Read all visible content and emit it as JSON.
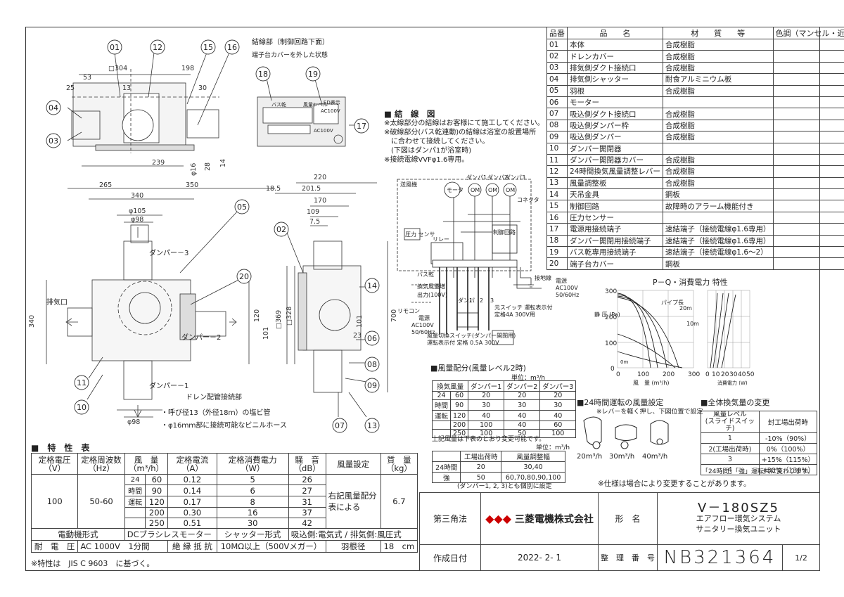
{
  "parts_table": {
    "headers": [
      "品番",
      "品　　名",
      "材　　質　　等",
      "色調（マンセル・近）"
    ],
    "rows": [
      [
        "01",
        "本体",
        "合成樹脂",
        ""
      ],
      [
        "02",
        "ドレンカバー",
        "合成樹脂",
        ""
      ],
      [
        "03",
        "排気側ダクト接続口",
        "合成樹脂",
        ""
      ],
      [
        "04",
        "排気側シャッター",
        "耐食アルミニウム板",
        ""
      ],
      [
        "05",
        "羽根",
        "合成樹脂",
        ""
      ],
      [
        "06",
        "モーター",
        "",
        ""
      ],
      [
        "07",
        "吸込側ダクト接続口",
        "合成樹脂",
        ""
      ],
      [
        "08",
        "吸込側ダンパー枠",
        "合成樹脂",
        ""
      ],
      [
        "09",
        "吸込側ダンパー",
        "合成樹脂",
        ""
      ],
      [
        "10",
        "ダンパー開閉器",
        "",
        ""
      ],
      [
        "11",
        "ダンパー開閉器カバー",
        "合成樹脂",
        ""
      ],
      [
        "12",
        "24時間換気風量調整レバー",
        "合成樹脂",
        ""
      ],
      [
        "13",
        "風量調整板",
        "合成樹脂",
        ""
      ],
      [
        "14",
        "天吊金具",
        "鋼板",
        ""
      ],
      [
        "15",
        "制御回路",
        "故障時のアラーム機能付き",
        ""
      ],
      [
        "16",
        "圧力センサー",
        "",
        ""
      ],
      [
        "17",
        "電源用接続端子",
        "速結端子（接続電線φ1.6専用）",
        ""
      ],
      [
        "18",
        "ダンパー開閉用接続端子",
        "速結端子（接続電線φ1.6専用）",
        ""
      ],
      [
        "19",
        "バス乾専用接続端子",
        "速結端子（接続電線φ1.6～2）",
        ""
      ],
      [
        "20",
        "端子台カバー",
        "鋼板",
        ""
      ]
    ]
  },
  "terminal": {
    "title": "結線部（制御回路下面）",
    "subtitle": "端子台カバーを外した状態",
    "label1": "風量レベル",
    "label2": "LED表示",
    "label3": "バス乾",
    "label4": "AC100V",
    "label5": "AC100V"
  },
  "wiring": {
    "title": "■ 結　線　図",
    "notes": [
      "※太線部分の結線はお客様にて施工してください。",
      "※破線部分(バス乾連動)の結線は浴室の設置場所",
      "　に合わせて接続してください。",
      "　(下図はダンパ1が浴室時)",
      "※接続電線VVFφ1.6専用。"
    ],
    "labels": {
      "fan": "送風機",
      "motor": "モータ",
      "d1": "ダンパ1",
      "d2": "ダンパ2",
      "d3": "ダンパ3",
      "om": "OM",
      "connector": "コネクタ",
      "pressure": "圧力\nセンサ",
      "relay": "リレー",
      "control": "制御回路",
      "bath": "バス乾",
      "remocon": "リモコン",
      "out_signal": "換気風量増",
      "out_signal2": "出力(100V)",
      "power": "電源",
      "power_v": "AC100V",
      "power_hz": "50/60Hz",
      "earth": "接地線",
      "power2": "電源",
      "power2_v": "AC100V",
      "power2_hz": "50/60Hz",
      "sw1": "元スイッチ 運転表示付",
      "sw1b": "定格4A 300V用",
      "sw2": "風量切換スイッチ(ダンパー開閉用)",
      "sw2b": "運転表示付 定格 0.5A 300V",
      "damper": "ダンパ",
      "d_1": "1",
      "d_2": "2",
      "d_3": "3"
    }
  },
  "pq_chart": {
    "title": "P－Q・消費電力 特性",
    "ylabel": "静\n圧\n(Pa)",
    "xlabel": "風　量 (m³/h)",
    "xlabel2": "消費電力 (W)",
    "pipe": "パイプ長",
    "p20": "20m",
    "p10": "10m",
    "p0": "0m",
    "x_ticks": [
      "0",
      "100",
      "200",
      "300"
    ],
    "y_ticks": [
      "0",
      "100",
      "200",
      "300"
    ],
    "w_ticks": [
      "0",
      "10",
      "20",
      "30",
      "40",
      "50"
    ]
  },
  "airflow_dist": {
    "title": "■風量配分(風量レベル2時)",
    "unit": "単位：m³/h",
    "headers": [
      "換気風量",
      "ダンパー1",
      "ダンパー2",
      "ダンパー3"
    ],
    "side": [
      "24",
      "時間",
      "運転"
    ],
    "rows": [
      [
        "60",
        "20",
        "20",
        "20"
      ],
      [
        "90",
        "30",
        "30",
        "30"
      ],
      [
        "120",
        "40",
        "40",
        "40"
      ],
      [
        "200",
        "100",
        "40",
        "60"
      ],
      [
        "250",
        "100",
        "50",
        "100"
      ]
    ],
    "note": "上記風量は下表のとおり変更可能です。",
    "unit2": "単位：m³/h",
    "sub_headers": [
      "",
      "工場出荷時",
      "風量調整幅"
    ],
    "sub_rows": [
      [
        "24時間",
        "20",
        "30,40"
      ],
      [
        "強",
        "50",
        "60,70,80,90,100"
      ]
    ],
    "sub_note": "(ダンパー1, 2, 3)とも個別に設定"
  },
  "level_24h": {
    "title": "■24時間運転の風量設定",
    "note": "※レバーを軽く押し、下図位置で設定",
    "labels": [
      "20m³/h",
      "30m³/h",
      "40m³/h"
    ]
  },
  "total_change": {
    "title": "■全体換気量の変更",
    "headers": [
      "風量レベル\n(スライドスイッチ)",
      "封工場出荷時"
    ],
    "rows": [
      [
        "1",
        "-10%（90%）"
      ],
      [
        "2(工場出荷時)",
        "0%（100%）"
      ],
      [
        "3",
        "+15%（115%）"
      ],
      [
        "4",
        "+30%（130%）"
      ]
    ],
    "note": "「24時間」「強」運転共に変わります。"
  },
  "spec_note": "※仕様は場合により変更することがあります。",
  "spec": {
    "title": "■　特　性　表",
    "headers": [
      "定格電圧\n（V）",
      "定格周波数\n（Hz）",
      "風　量\n（m³/h）",
      "定格電流\n（A）",
      "定格消費電力\n（W）",
      "騒　音\n（dB）",
      "風量設定",
      "質　量\n（kg）"
    ],
    "voltage": "100",
    "freq": "50-60",
    "mode": [
      "24",
      "時間",
      "運転"
    ],
    "rows": [
      [
        "60",
        "0.12",
        "5",
        "26"
      ],
      [
        "90",
        "0.14",
        "6",
        "27"
      ],
      [
        "120",
        "0.17",
        "8",
        "31"
      ],
      [
        "200",
        "0.30",
        "16",
        "37"
      ],
      [
        "250",
        "0.51",
        "30",
        "42"
      ]
    ],
    "setting": "右記風量配分\n表による",
    "mass": "6.7",
    "motor_label": "電動機形式",
    "motor": "DCブラシレスモーター",
    "shutter_label": "シャッター形式",
    "shutter": "吸込側:電気式 / 排気側:風圧式",
    "withstand_label": "耐　電　圧",
    "withstand": "AC 1000V　1分間",
    "insulation_label": "絶 縁 抵 抗",
    "insulation": "10MΩ以上（500Vメガー）",
    "blade_label": "羽根径",
    "blade": "18　cm",
    "foot": "※特性は　JIS C 9603　に基づく。"
  },
  "title_block": {
    "projection": "第三角法",
    "company": "三菱電機株式会社",
    "form_label": "形　名",
    "model": "V－180SZ5",
    "name1": "エアフロー環気システム",
    "name2": "サニタリー換気ユニット",
    "date_label": "作成日付",
    "date": "2022- 2- 1",
    "ref_label": "整　理　番　号",
    "ref": "NB321364",
    "page": "1/2"
  },
  "drawing": {
    "drain_title": "ドレン配管接続部",
    "drain_note1": "・呼び径13（外径18ｍ）の塩ビ管",
    "drain_note2": "・φ16ｍｍ部に接続可能なビニルホース",
    "exhaust": "排気口",
    "d1": "ダンパー－1",
    "d2": "ダンパー－2",
    "d3": "ダンパー－3",
    "callouts": [
      "01",
      "12",
      "15",
      "16",
      "04",
      "03",
      "05",
      "02",
      "20",
      "14",
      "06",
      "08",
      "09",
      "07",
      "13",
      "11",
      "10",
      "18",
      "19",
      "17"
    ],
    "dims": {
      "d304": "□304",
      "d53": "53",
      "d25": "25",
      "d13": "13",
      "d198": "198",
      "d30": "30",
      "d239": "239",
      "d16": "φ16",
      "d28": "28",
      "d14": "14",
      "d265": "265",
      "d350": "350",
      "d340": "340",
      "d105": "φ105",
      "d98": "φ98",
      "d340v": "340",
      "d120": "120",
      "d101": "101",
      "d220": "220",
      "d185": "18.5",
      "d2015": "201.5",
      "d170": "170",
      "d109": "109",
      "d75": "7.5",
      "d369": "□369",
      "d328": "□328",
      "d700": "700",
      "d23": "23",
      "d101b": "101"
    }
  }
}
